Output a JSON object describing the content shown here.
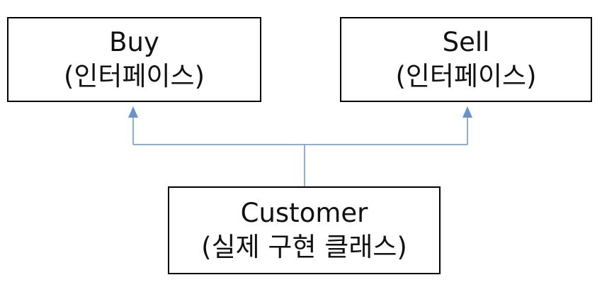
{
  "diagram": {
    "nodes": {
      "buy": {
        "name": "Buy",
        "kind": "(인터페이스)"
      },
      "sell": {
        "name": "Sell",
        "kind": "(인터페이스)"
      },
      "customer": {
        "name": "Customer",
        "kind": "(실제 구현 클래스)"
      }
    },
    "edges": [
      {
        "from": "customer",
        "to": "buy",
        "style": "arrow"
      },
      {
        "from": "customer",
        "to": "sell",
        "style": "arrow"
      }
    ],
    "colors": {
      "connector": "#6a93c8",
      "box_border": "#000000",
      "text": "#111111"
    }
  }
}
